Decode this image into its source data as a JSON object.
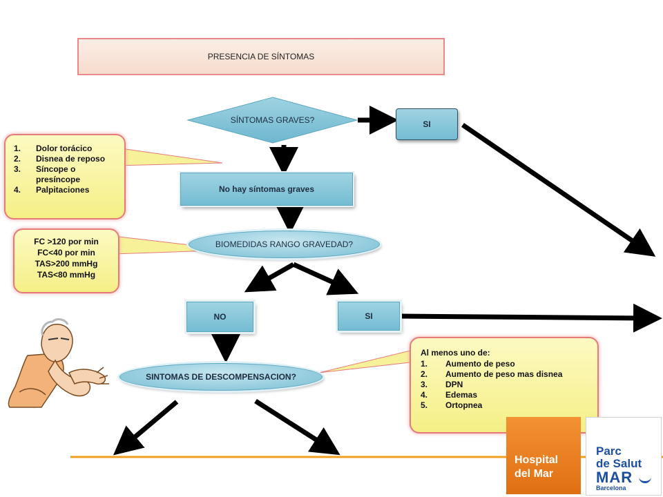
{
  "title": "PRESENCIA DE SÍNTOMAS",
  "decision_graves": "SÍNTOMAS GRAVES?",
  "si_top": "SI",
  "no_graves": "No hay síntomas graves",
  "biomedidas": "BIOMEDIDAS RANGO GRAVEDAD?",
  "no_label": "NO",
  "si_mid": "SI",
  "descompensacion": "SINTOMAS DE DESCOMPENSACION?",
  "callout_sintomas": {
    "items": [
      {
        "num": "1.",
        "text": "Dolor torácico"
      },
      {
        "num": "2.",
        "text": "Disnea de reposo"
      },
      {
        "num": "3.",
        "text": "Síncope o presíncope"
      },
      {
        "num": "4.",
        "text": "Palpitaciones"
      }
    ]
  },
  "callout_fc": {
    "lines": [
      "FC >120 por min",
      "FC<40 por min",
      "TAS>200 mmHg",
      "TAS<80 mmHg"
    ]
  },
  "callout_desc": {
    "heading": "Al menos uno de:",
    "items": [
      {
        "num": "1.",
        "text": "Aumento de peso"
      },
      {
        "num": "2.",
        "text": "Aumento de peso mas disnea"
      },
      {
        "num": "3.",
        "text": "DPN"
      },
      {
        "num": "4.",
        "text": "Edemas"
      },
      {
        "num": "5.",
        "text": "Ortopnea"
      }
    ]
  },
  "logo_hospital": {
    "line1": "Hospital",
    "line2": "del Mar"
  },
  "logo_parc": {
    "line1": "Parc",
    "line2": "de Salut",
    "line3": "MAR",
    "line4": "Barcelona"
  },
  "colors": {
    "teal": "#7cc0d6",
    "callout_yellow": "#f7f29a",
    "callout_border": "#e47a7a",
    "orange_line": "#f0a020",
    "hospital_orange": "#e8791d",
    "parc_blue": "#1c4fa0"
  }
}
